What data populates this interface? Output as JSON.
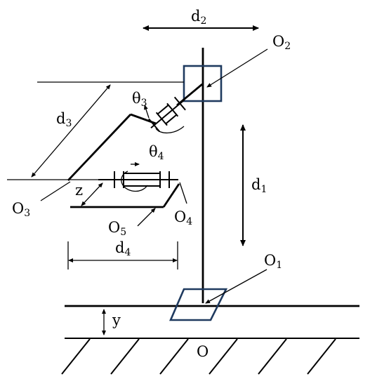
{
  "colors": {
    "frame": "#1f3a5f",
    "ink": "#000000"
  },
  "labels": {
    "d2": {
      "main": "d",
      "sub": "2"
    },
    "O2": {
      "main": "O",
      "sub": "2"
    },
    "theta3": {
      "main": "θ",
      "sub": "3"
    },
    "d3": {
      "main": "d",
      "sub": "3"
    },
    "theta4": {
      "main": "θ",
      "sub": "4"
    },
    "d1": {
      "main": "d",
      "sub": "1"
    },
    "z": "z",
    "O3": {
      "main": "O",
      "sub": "3"
    },
    "O4": {
      "main": "O",
      "sub": "4"
    },
    "O5": {
      "main": "O",
      "sub": "5"
    },
    "d4": {
      "main": "d",
      "sub": "4"
    },
    "O1": {
      "main": "O",
      "sub": "1"
    },
    "y": "y",
    "O": "O"
  }
}
